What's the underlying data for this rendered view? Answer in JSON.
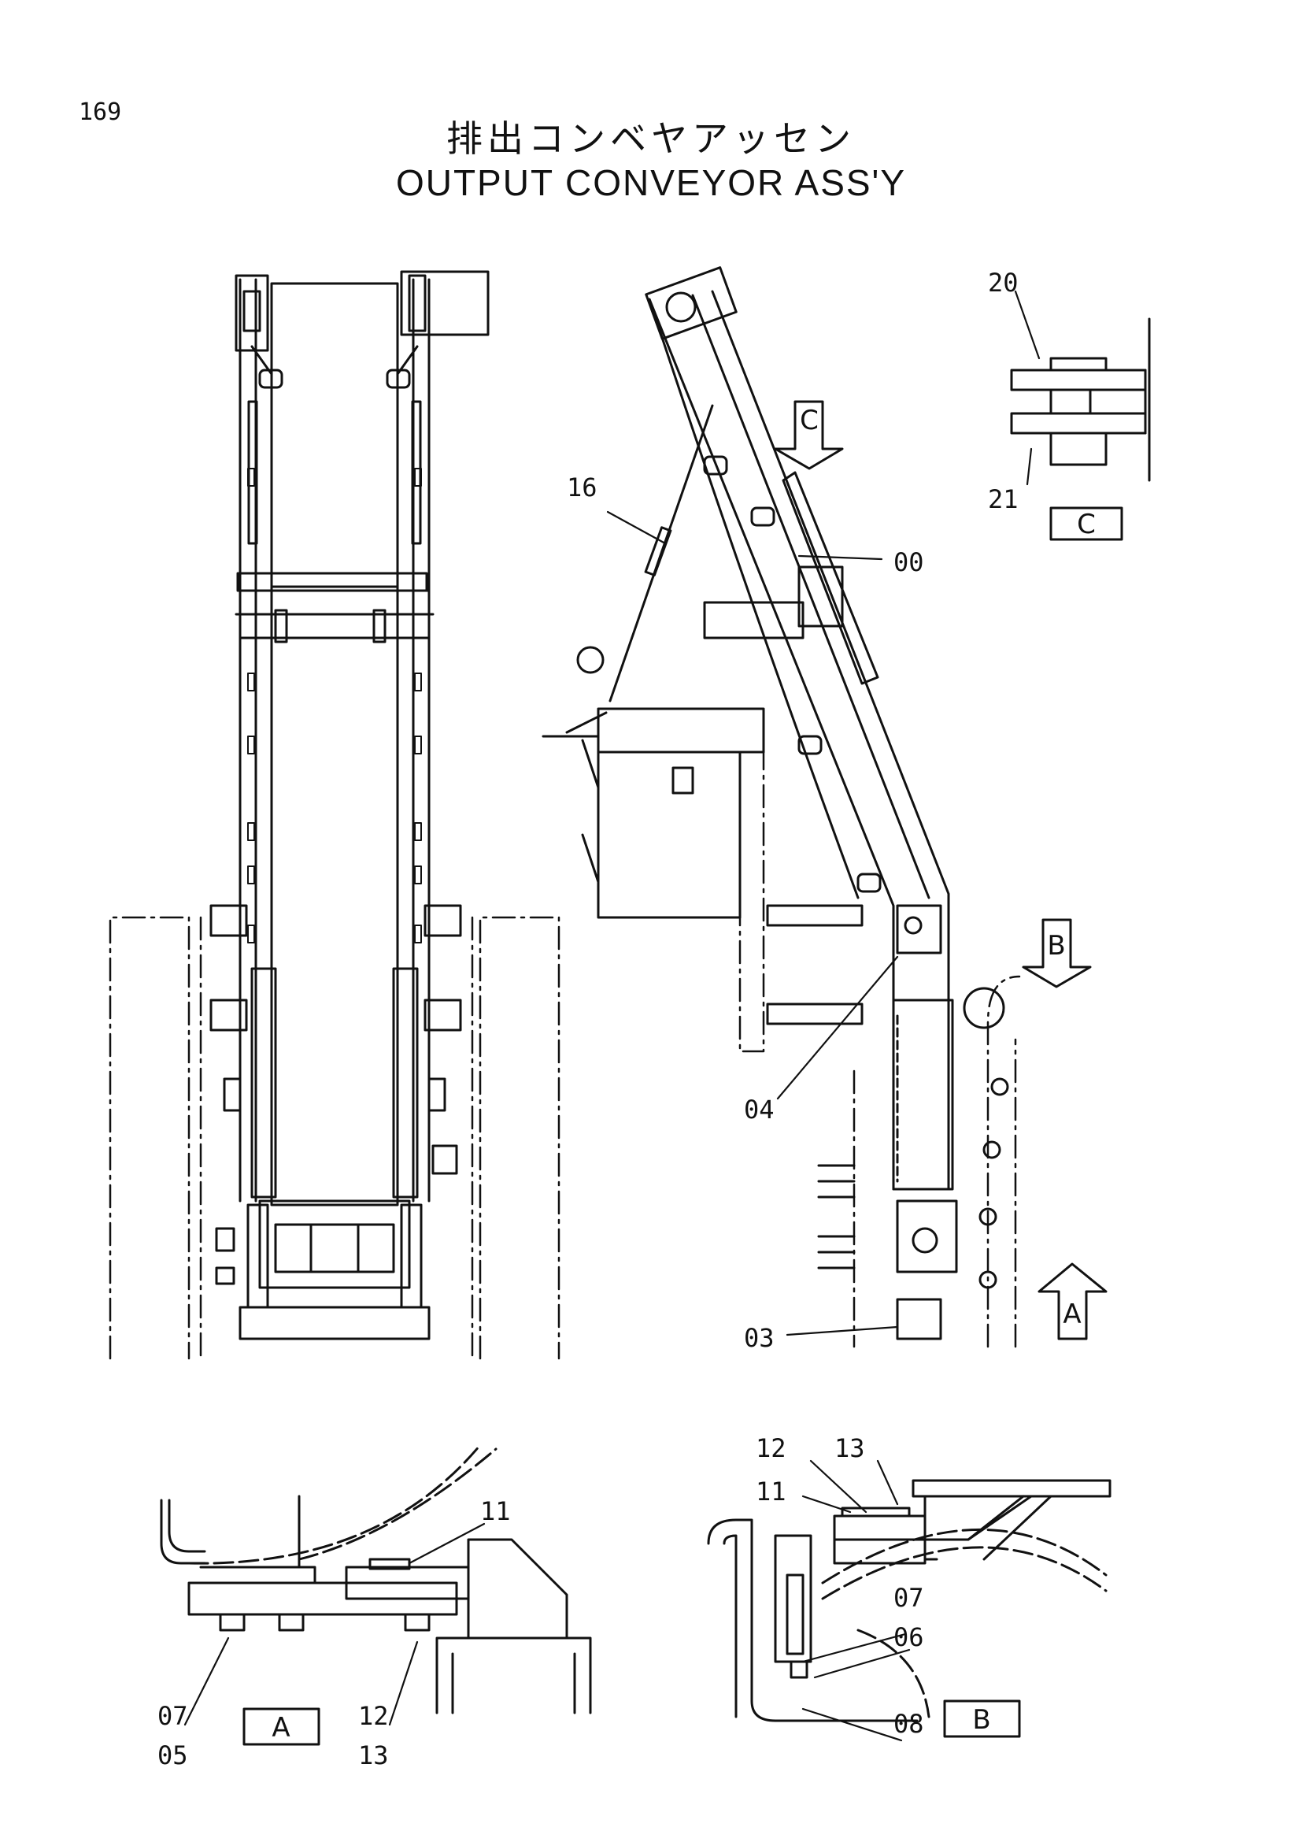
{
  "page_number": "169",
  "title_jp": "排出コンベヤアッセン",
  "title_en": "OUTPUT CONVEYOR ASS'Y",
  "views": {
    "a": "A",
    "b": "B",
    "c": "C"
  },
  "parts": {
    "p00": "00",
    "p03": "03",
    "p04": "04",
    "p05": "05",
    "p06": "06",
    "p07": "07",
    "p08": "08",
    "p11": "11",
    "p12": "12",
    "p13": "13",
    "p16": "16",
    "p20": "20",
    "p21": "21"
  },
  "detail_a": {
    "p11": "11",
    "p07": "07",
    "p05": "05",
    "p12": "12",
    "p13": "13"
  },
  "detail_b": {
    "p12": "12",
    "p13": "13",
    "p11": "11",
    "p07": "07",
    "p06": "06",
    "p08": "08"
  }
}
